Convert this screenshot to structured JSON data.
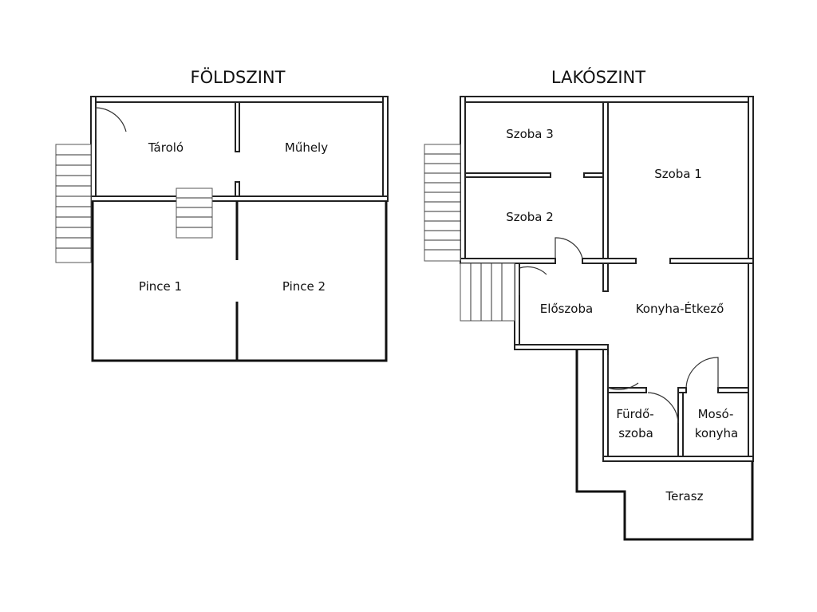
{
  "floors": {
    "ground": {
      "title": "FÖLDSZINT",
      "rooms": {
        "tarolo": "Tároló",
        "muhely": "Műhely",
        "pince1": "Pince 1",
        "pince2": "Pince 2"
      }
    },
    "living": {
      "title": "LAKÓSZINT",
      "rooms": {
        "szoba3": "Szoba 3",
        "szoba2": "Szoba 2",
        "szoba1": "Szoba 1",
        "eloszoba": "Előszoba",
        "konyha": "Konyha-Étkező",
        "furdo_1": "Fürdő-",
        "furdo_2": "szoba",
        "moso_1": "Mosó-",
        "moso_2": "konyha",
        "terasz": "Terasz"
      }
    }
  }
}
